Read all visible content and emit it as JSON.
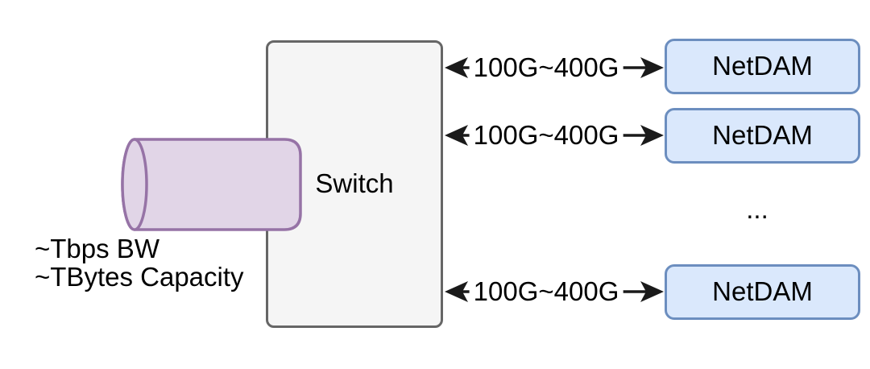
{
  "switch_node": {
    "label": "Switch"
  },
  "memory_cylinder": {
    "caption_line1": "~Tbps BW",
    "caption_line2": "~TBytes Capacity"
  },
  "links": [
    {
      "label": "100G~400G"
    },
    {
      "label": "100G~400G"
    },
    {
      "label": "100G~400G"
    }
  ],
  "netdam_nodes": [
    {
      "label": "NetDAM"
    },
    {
      "label": "NetDAM"
    },
    {
      "label": "NetDAM"
    }
  ],
  "ellipsis_label": "...",
  "colors": {
    "canvas_bg": "#ffffff",
    "text": "#000000",
    "arrow": "#1a1a1a",
    "switch_fill": "#f5f5f5",
    "switch_border": "#666666",
    "netdam_fill": "#dae8fc",
    "netdam_border": "#6c8ebf",
    "cylinder_fill": "#e1d5e7",
    "cylinder_border": "#9673a6"
  }
}
